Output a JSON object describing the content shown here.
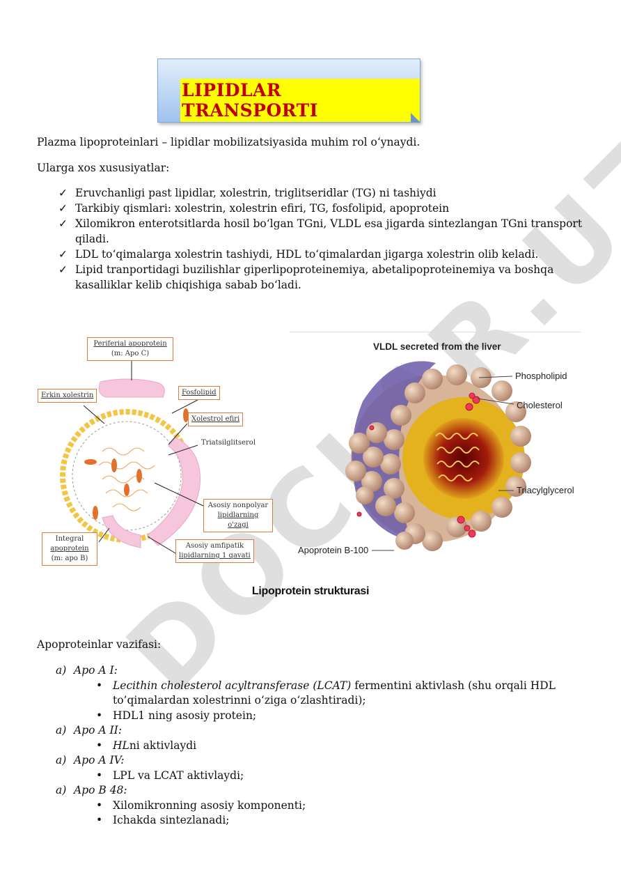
{
  "title": "LIPIDLAR TRANSPORTI",
  "intro": "Plazma lipoproteinlari – lipidlar mobilizatsiyasida muhim rol o‘ynaydi.",
  "features_heading": "Ularga xos xususiyatlar:",
  "features": [
    "Eruvchanligi past lipidlar, xolestrin, triglitseridlar (TG) ni tashiydi",
    "Tarkibiy qismlari: xolestrin, xolestrin efiri, TG, fosfolipid, apoprotein",
    "Xilomikron enterotsitlarda hosil bo‘lgan TGni, VLDL esa jigarda sintezlangan TGni transport qiladi.",
    "LDL to‘qimalarga xolestrin tashiydi, HDL to‘qimalardan jigarga xolestrin olib keladi.",
    "Lipid tranportidagi buzilishlar giperlipoproteinemiya, abetalipoproteinemiya va boshqa kasalliklar kelib chiqishiga sabab bo‘ladi."
  ],
  "check_mark": "✓",
  "left_figure": {
    "labels": {
      "peripheral_line1": "Periferial apoprotein",
      "peripheral_line2": "(m: Apo C)",
      "free_chol": "Erkin xolestrin",
      "phospholipid": "Fosfolipid",
      "chol_ester": "Xolestrol efiri",
      "triglyceride": "Triatsilglitserol",
      "nonpolar_line1": "Asosiy nonpolyar",
      "nonpolar_line2": "lipidlarning o'zagi",
      "integral_line1": "Integral",
      "integral_line2": "apoprotein",
      "integral_line3": "(m: apo B)",
      "amphi_line1": "Asosiy amfipatik",
      "amphi_line2": "lipidlarning 1 qavati"
    }
  },
  "right_figure": {
    "title": "VLDL secreted from the liver",
    "labels": {
      "phospholipid": "Phospholipid",
      "cholesterol": "Cholesterol",
      "triacylglycerol": "Triacylglycerol",
      "apoprotein": "Apoprotein B-100"
    }
  },
  "figure_caption": "Lipoprotein strukturasi",
  "functions_heading": "Apoproteinlar vazifasi:",
  "apo_marker": "a)",
  "bullet": "•",
  "apos": [
    {
      "name": "Apo A I:",
      "items": [
        {
          "italic": "Lecithin cholesterol acyltransferase (LCAT)",
          "text": " fermentini aktivlash (shu orqali HDL to’qimalardan xolestrinni o‘ziga o‘zlashtiradi);"
        },
        {
          "italic": "",
          "text": "HDL1 ning asosiy protein;"
        }
      ]
    },
    {
      "name": "Apo A II:",
      "items": [
        {
          "italic": "HL",
          "text": "ni aktivlaydi"
        }
      ]
    },
    {
      "name": "Apo A IV:",
      "items": [
        {
          "italic": "",
          "text": "LPL va LCAT aktivlaydi;"
        }
      ]
    },
    {
      "name": "Apo B 48:",
      "items": [
        {
          "italic": "",
          "text": "Xilomikronning asosiy komponenti;"
        },
        {
          "italic": "",
          "text": "Ichakda sintezlanadi;"
        }
      ]
    }
  ],
  "watermark": "DOCLAR.UZ"
}
